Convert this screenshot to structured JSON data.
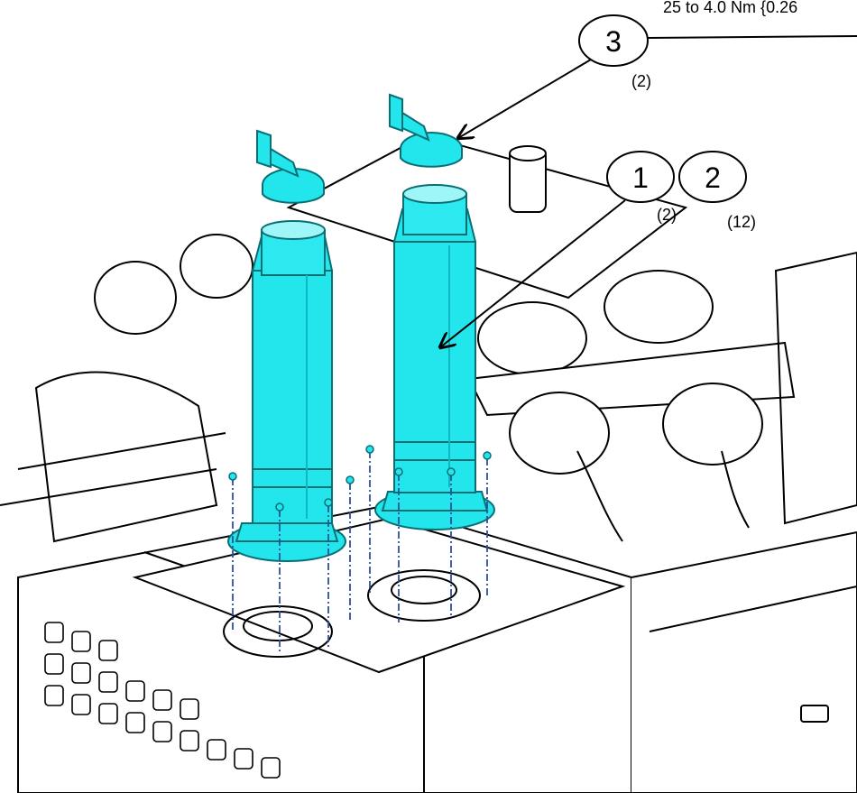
{
  "torque_spec": "25 to 4.0 Nm {0.26",
  "callouts": [
    {
      "number": "3",
      "quantity": "(2)"
    },
    {
      "number": "1",
      "quantity": "(2)"
    },
    {
      "number": "2",
      "quantity": "(12)"
    }
  ],
  "colors": {
    "highlight": "#22e6ec",
    "highlight_dark": "#0fb7c0",
    "line": "#000000",
    "leader_dash": "#2c4f9e"
  }
}
